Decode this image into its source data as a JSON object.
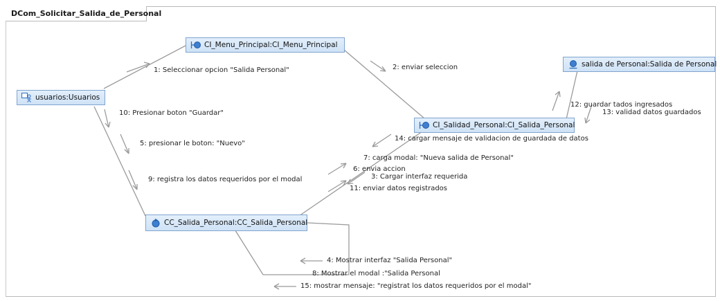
{
  "diagram": {
    "title": "DCom_Solicitar_Salida_de_Personal"
  },
  "nodes": {
    "usuarios": "usuarios:Usuarios",
    "menu": "CI_Menu_Principal:CI_Menu_Principal",
    "salida_entity": "salida de Personal:Salida de Personal",
    "ci_salida": "CI_Salidad_Personal:CI_Salida_Personal",
    "cc_salida": "CC_Salida_Personal:CC_Salida_Personal"
  },
  "messages": {
    "m1": "1: Seleccionar opcion \"Salida Personal\"",
    "m2": "2: enviar seleccion",
    "m3": "3: Cargar interfaz requerida",
    "m4": "4: Mostrar interfaz \"Salida Personal\"",
    "m5": "5: presionar le boton: \"Nuevo\"",
    "m6": "6: envia accion",
    "m7": "7: carga modal: \"Nueva salida de Personal\"",
    "m8": "8: Mostrar el modal :\"Salida Personal",
    "m9": "9: registra los datos requeridos por el modal",
    "m10": "10: Presionar boton \"Guardar\"",
    "m11": "11: enviar datos registrados",
    "m12": "12: guardar tados ingresados",
    "m13": "13: validad datos guardados",
    "m14": "14: cargar mensaje de validacion de  guardada de datos",
    "m15": "15: mostrar mensaje: \"registrat los datos requeridos por el modal\""
  },
  "icons": {
    "actor": "actor-icon",
    "boundary": "boundary-icon",
    "entity": "entity-icon",
    "control": "control-icon"
  }
}
